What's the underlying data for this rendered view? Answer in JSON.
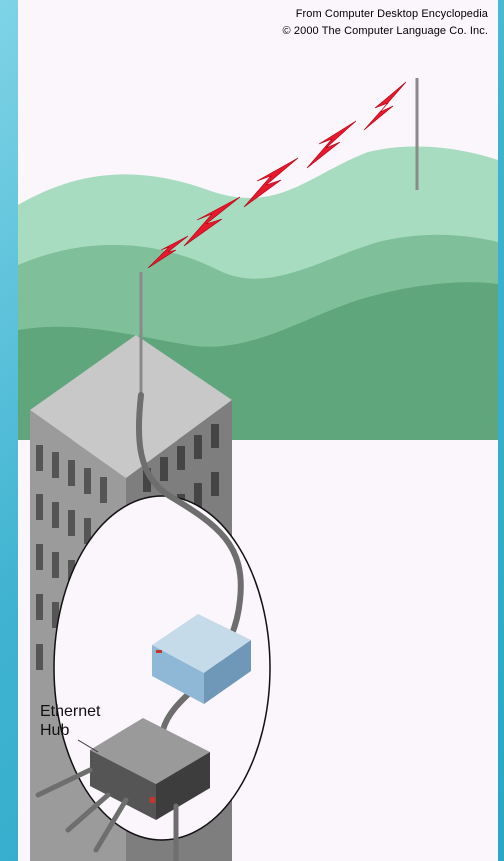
{
  "credit": {
    "line1": "From Computer Desktop Encyclopedia",
    "line2": "© 2000 The Computer Language Co. Inc."
  },
  "diagram": {
    "hub_label_line1": "Ethernet",
    "hub_label_line2": "Hub"
  },
  "colors": {
    "background": "#fbf6fb",
    "hills_light": "#a8dcc0",
    "hills_mid": "#7fc09a",
    "hills_dark": "#5fa67c",
    "lightning": "#e8192c",
    "building_front": "#9b9b9b",
    "building_side": "#7e7e7e",
    "building_roof": "#c8c8c8",
    "radio_box": "#8fb8d6",
    "hub_box": "#555555",
    "cable": "#6e6e6e"
  }
}
